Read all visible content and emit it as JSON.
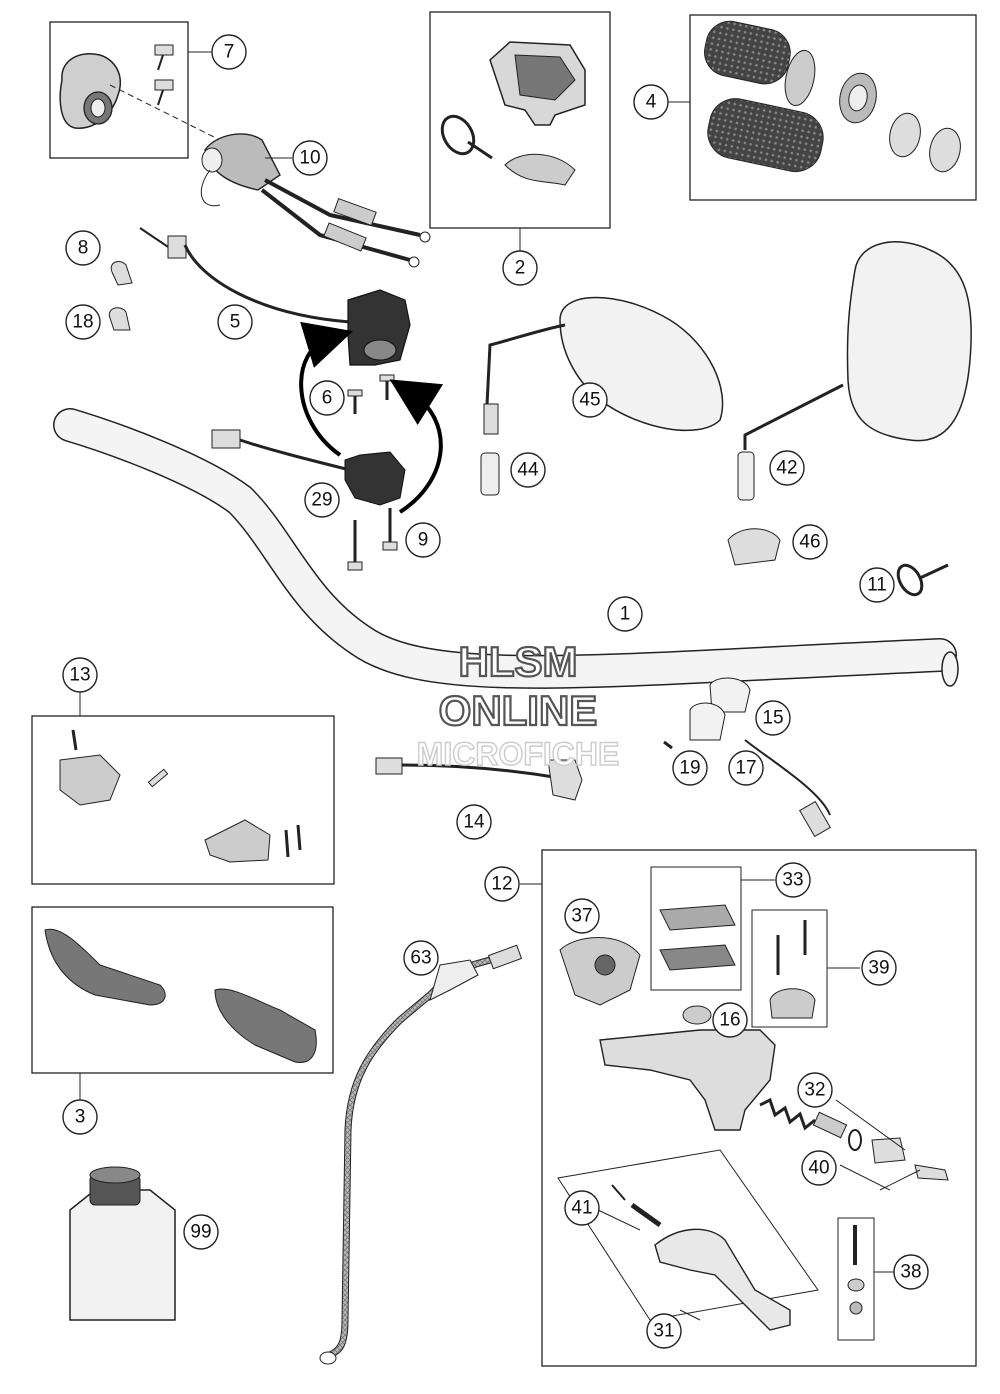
{
  "watermark": {
    "line1": "HLSM",
    "line2": "ONLINE",
    "line3": "MICROFICHE"
  },
  "callouts": [
    "7",
    "10",
    "2",
    "4",
    "8",
    "18",
    "5",
    "6",
    "29",
    "9",
    "45",
    "44",
    "42",
    "46",
    "11",
    "1",
    "13",
    "15",
    "19",
    "17",
    "14",
    "12",
    "33",
    "37",
    "39",
    "63",
    "16",
    "3",
    "32",
    "40",
    "41",
    "99",
    "38",
    "31"
  ],
  "colors": {
    "line": "#222222",
    "part_fill": "#f2f2f2",
    "part_dark": "#555555",
    "arrow": "#000000",
    "watermark_stroke": "#555555"
  }
}
